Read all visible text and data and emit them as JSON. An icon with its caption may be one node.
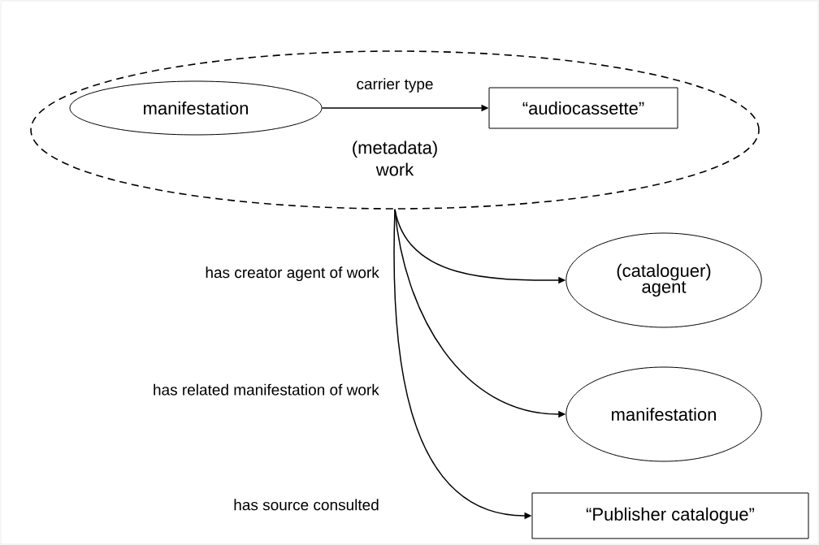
{
  "diagram": {
    "nodes": [
      {
        "text": [
          "(metadata) work"
        ]
      },
      {
        "text": [
          "manifestation"
        ],
        "in": 0
      },
      {
        "text": [
          "“audiocassette”"
        ],
        "in": 0
      },
      {
        "text": [
          "(cataloguer) agent"
        ]
      },
      {
        "text": [
          "manifestation"
        ]
      },
      {
        "text": [
          "“Publisher catalogue”"
        ]
      }
    ],
    "edges": [
      {
        "from": 1,
        "to": 2,
        "arrow": "to",
        "label": "carrier type"
      },
      {
        "from": 0,
        "to": 3,
        "arrow": "to",
        "label": "has creator agent of work"
      },
      {
        "from": 0,
        "to": 4,
        "arrow": "to",
        "label": "has related manifestation of work"
      },
      {
        "from": 0,
        "to": 5,
        "arrow": "to",
        "label": "has source consulted"
      }
    ]
  }
}
